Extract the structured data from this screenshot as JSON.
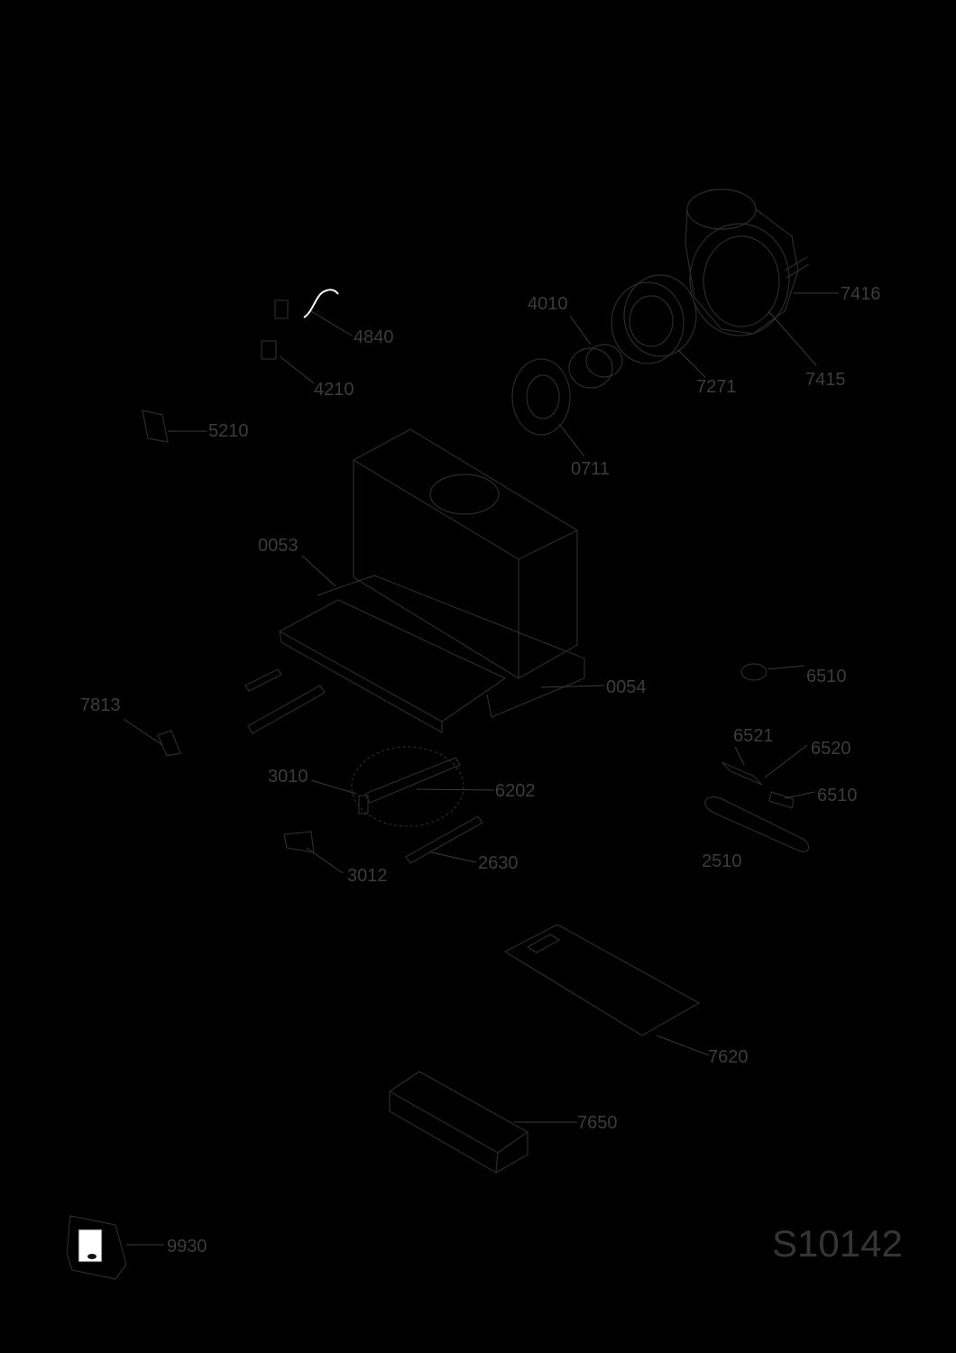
{
  "diagram": {
    "drawing_code": "S10142",
    "labels": {
      "p4840": "4840",
      "p4210": "4210",
      "p5210": "5210",
      "p4010": "4010",
      "p7271": "7271",
      "p7416": "7416",
      "p7415": "7415",
      "p0711": "0711",
      "p0053": "0053",
      "p0054": "0054",
      "p6510a": "6510",
      "p7813": "7813",
      "p6521": "6521",
      "p6520": "6520",
      "p3010": "3010",
      "p6202": "6202",
      "p6510b": "6510",
      "p2510": "2510",
      "p3012": "3012",
      "p2630": "2630",
      "p7620": "7620",
      "p7650": "7650",
      "p9930": "9930"
    },
    "colors": {
      "background": "#000000",
      "line": "#2b2b2b",
      "text": "#3c3c3c",
      "wire": "#ffffff"
    }
  }
}
